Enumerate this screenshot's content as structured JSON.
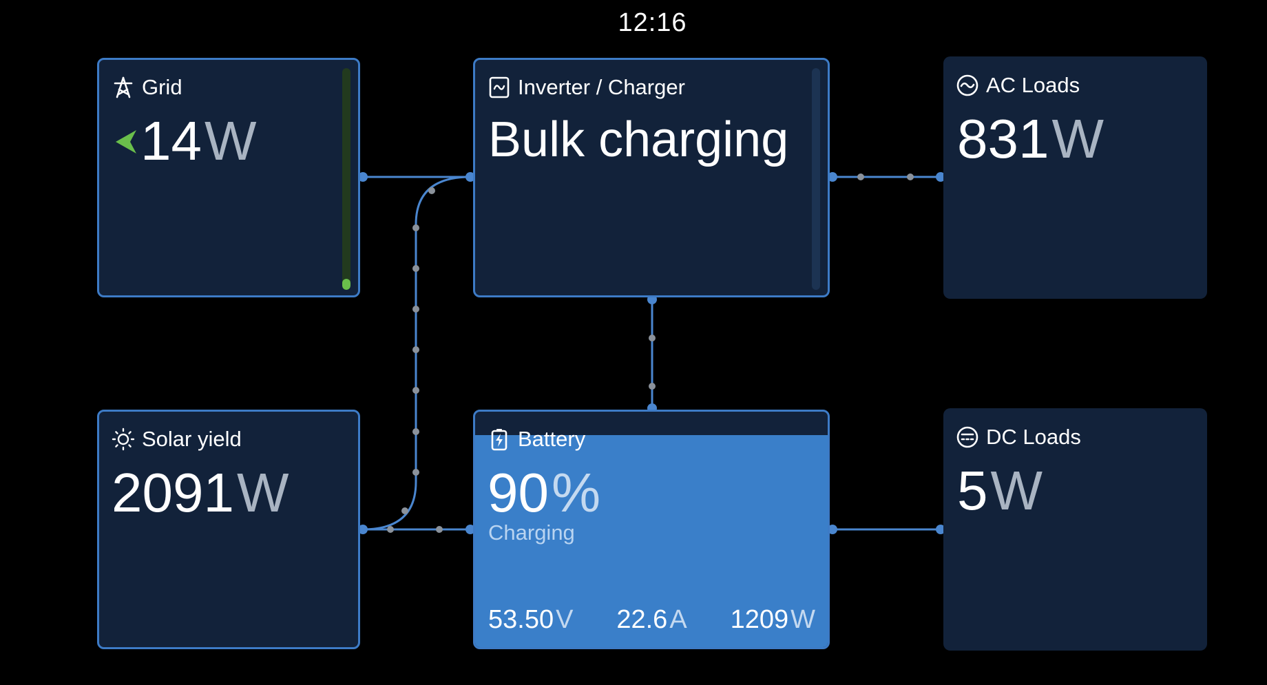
{
  "clock": "12:16",
  "colors": {
    "background": "#000000",
    "panel": "#12223a",
    "border": "#3d7bc6",
    "battery_fill": "#3a7fc9",
    "grid_arrow": "#6abf4b",
    "grid_bar_track": "#223a1e",
    "grid_bar_fill": "#6abf4b",
    "wire": "#4a86cf",
    "flow_dot": "#8b929b"
  },
  "grid": {
    "title": "Grid",
    "icon": "grid-tower-icon",
    "value": "14",
    "unit": "W",
    "direction_icon": "arrow-left-icon",
    "bar_level": 0.05
  },
  "inverter": {
    "title": "Inverter / Charger",
    "icon": "inverter-icon",
    "state": "Bulk charging"
  },
  "ac_loads": {
    "title": "AC Loads",
    "icon": "ac-sine-icon",
    "value": "831",
    "unit": "W"
  },
  "solar": {
    "title": "Solar yield",
    "icon": "sun-icon",
    "value": "2091",
    "unit": "W"
  },
  "battery": {
    "title": "Battery",
    "icon": "battery-charging-icon",
    "soc": "90",
    "soc_unit": "%",
    "soc_level": 0.9,
    "state": "Charging",
    "voltage": "53.50",
    "voltage_unit": "V",
    "current": "22.6",
    "current_unit": "A",
    "power": "1209",
    "power_unit": "W"
  },
  "dc_loads": {
    "title": "DC Loads",
    "icon": "dc-icon",
    "value": "5",
    "unit": "W"
  }
}
